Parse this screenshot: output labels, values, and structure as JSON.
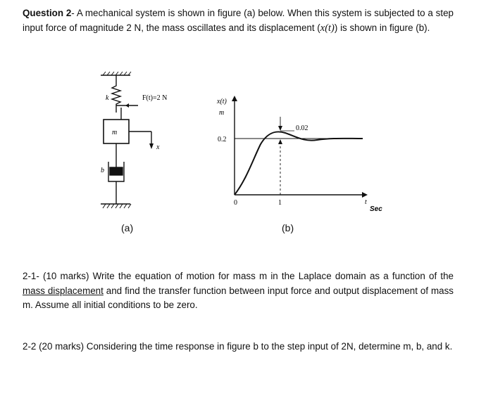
{
  "question": {
    "label": "Question 2",
    "intro_a": "- A mechanical system is shown in figure (a) below. When this system is subjected to a step input force of magnitude 2 N, the mass oscillates and its displacement (",
    "intro_math": "x(t)",
    "intro_b": ") is shown in figure (b)."
  },
  "figure_a": {
    "caption": "(a)",
    "spring_label": "k",
    "mass_label": "m",
    "damper_label": "b",
    "force_label": "F(t)=2 N",
    "disp_label": "x"
  },
  "figure_b": {
    "caption": "(b)",
    "y_axis_label_top": "x(t)",
    "y_axis_label_bottom": "m",
    "x_axis_label_t": "t",
    "x_axis_label_unit": "Sec",
    "origin_label": "0",
    "tick_x_1": "1",
    "tick_y_02": "0.2",
    "overshoot_label": "0.02"
  },
  "part1": {
    "text_a": "2-1- (10 marks) Write the equation of motion for mass m in the Laplace domain as a function of the ",
    "text_underlined": "mass displacement",
    "text_b": " and find the transfer function between input force and output displacement of mass m. Assume all initial conditions to be zero."
  },
  "part2": {
    "text": "2-2 (20 marks) Considering the time response in figure b to the step input of 2N, determine m, b, and k."
  }
}
